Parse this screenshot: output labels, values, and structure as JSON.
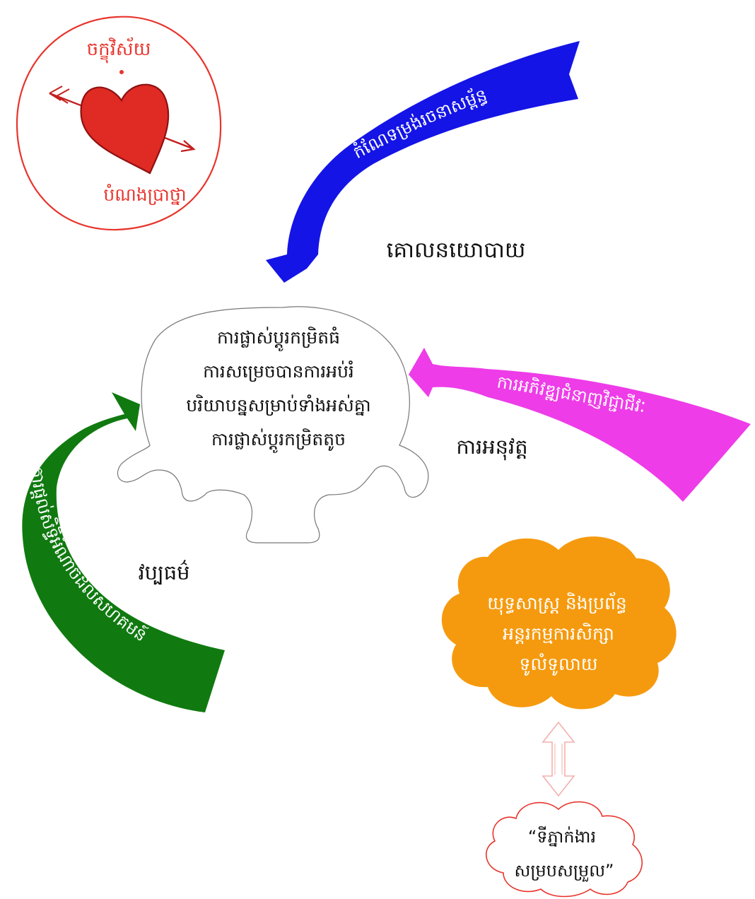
{
  "vision_circle": {
    "top_label": "ចក្ខុវិស័យ",
    "bottom_label": "បំណងប្រាថ្នា",
    "color": "#e8342c",
    "heart_icon": "heart-with-arrow-icon"
  },
  "arrows": {
    "blue": {
      "label": "កំណែទម្រង់រចនាសម្ព័ន្ធ",
      "color": "#1414e6"
    },
    "pink": {
      "label": "ការអភិវឌ្ឍជំនាញវិជ្ជាជីវៈ",
      "color": "#ee3ce8"
    },
    "green": {
      "label": "ការផ្តល់សិទ្ធិអំណាចដល់សហគមន៍",
      "color": "#107a10"
    },
    "connector": {
      "color": "#f3b0ae",
      "icon": "double-arrow-icon"
    }
  },
  "labels": {
    "policy": "គោលនយោបាយ",
    "implementation": "ការអនុវត្ត",
    "culture": "វប្បធម៌"
  },
  "center_cloud": {
    "lines": [
      "ការផ្លាស់ប្តូរកម្រិតធំ",
      "ការសម្រេចបានការអប់រំ",
      "បរិយាបន្នសម្រាប់ទាំងអស់គ្នា",
      "ការផ្លាស់ប្តូរកម្រិតតូច"
    ]
  },
  "orange_cloud": {
    "lines": [
      "យុទ្ធសាស្ត្រ និងប្រព័ន្ធ",
      "អន្តរកម្មការសិក្សា",
      "ទូលំទូលាយ"
    ],
    "color": "#f59a0e"
  },
  "bottom_cloud": {
    "lines": [
      "“ទីភ្នាក់ងារ",
      "សម្របសម្រួល”"
    ],
    "color": "#e8342c"
  }
}
